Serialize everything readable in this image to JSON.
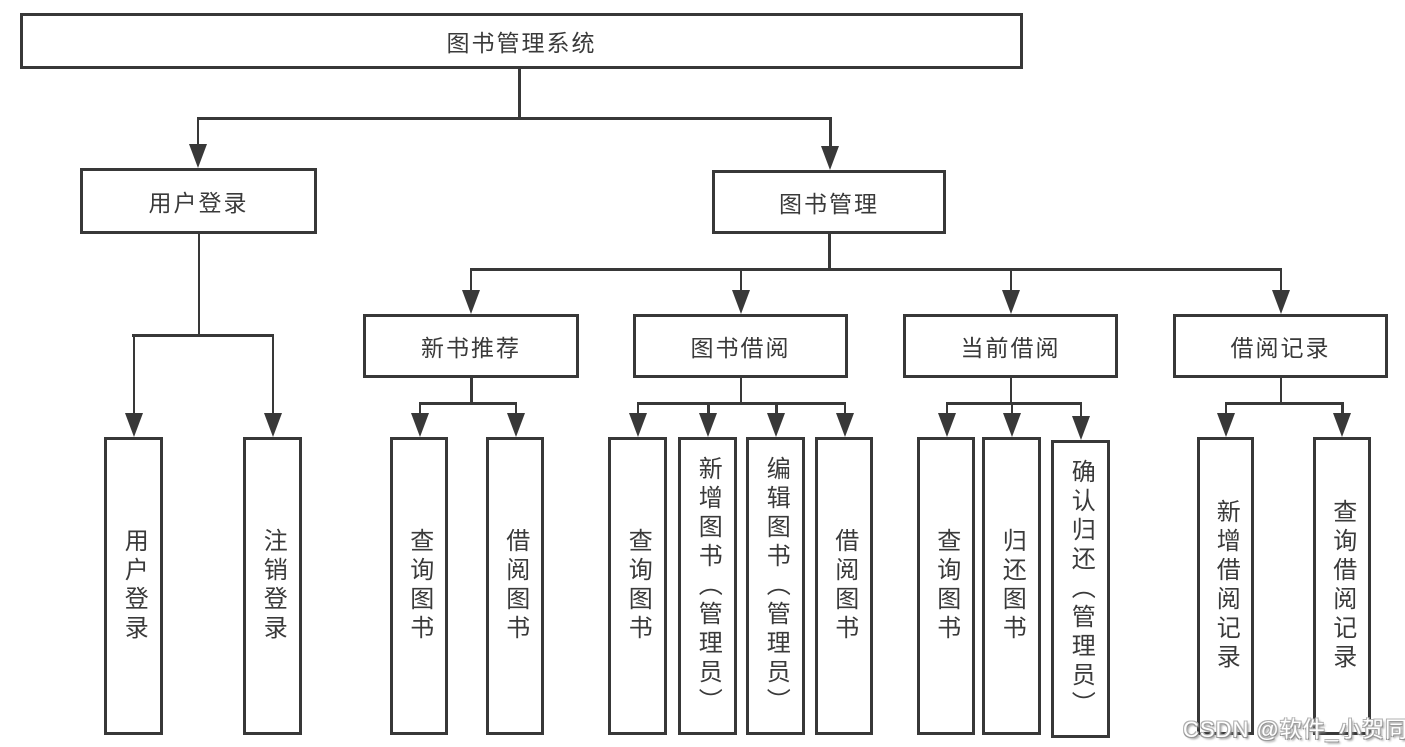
{
  "diagram": {
    "type": "hierarchy-tree",
    "colors": {
      "line": "#383838",
      "text": "#3a3a3a",
      "background": "#ffffff"
    },
    "nodes": {
      "root": {
        "label": "图书管理系统"
      },
      "user_login": {
        "label": "用户登录"
      },
      "book_mgmt": {
        "label": "图书管理"
      },
      "new_book_rec": {
        "label": "新书推荐"
      },
      "book_borrow": {
        "label": "图书借阅"
      },
      "current_borrow": {
        "label": "当前借阅"
      },
      "borrow_records": {
        "label": "借阅记录"
      },
      "leaf_user_login": {
        "label": "用户登录"
      },
      "leaf_logout": {
        "label": "注销登录"
      },
      "rec_query_books": {
        "label": "查询图书"
      },
      "rec_borrow_books": {
        "label": "借阅图书"
      },
      "bb_query_books": {
        "label": "查询图书"
      },
      "bb_add_books": {
        "label": "新增图书（管理员）"
      },
      "bb_edit_books": {
        "label": "编辑图书（管理员）"
      },
      "bb_borrow_books": {
        "label": "借阅图书"
      },
      "cb_query_books": {
        "label": "查询图书"
      },
      "cb_return_books": {
        "label": "归还图书"
      },
      "cb_confirm_return": {
        "label": "确认归还（管理员）"
      },
      "br_add_record": {
        "label": "新增借阅记录"
      },
      "br_query_record": {
        "label": "查询借阅记录"
      }
    },
    "edges": [
      [
        "root",
        "user_login"
      ],
      [
        "root",
        "book_mgmt"
      ],
      [
        "user_login",
        "leaf_user_login"
      ],
      [
        "user_login",
        "leaf_logout"
      ],
      [
        "book_mgmt",
        "new_book_rec"
      ],
      [
        "book_mgmt",
        "book_borrow"
      ],
      [
        "book_mgmt",
        "current_borrow"
      ],
      [
        "book_mgmt",
        "borrow_records"
      ],
      [
        "new_book_rec",
        "rec_query_books"
      ],
      [
        "new_book_rec",
        "rec_borrow_books"
      ],
      [
        "book_borrow",
        "bb_query_books"
      ],
      [
        "book_borrow",
        "bb_add_books"
      ],
      [
        "book_borrow",
        "bb_edit_books"
      ],
      [
        "book_borrow",
        "bb_borrow_books"
      ],
      [
        "current_borrow",
        "cb_query_books"
      ],
      [
        "current_borrow",
        "cb_return_books"
      ],
      [
        "current_borrow",
        "cb_confirm_return"
      ],
      [
        "borrow_records",
        "br_add_record"
      ],
      [
        "borrow_records",
        "br_query_record"
      ]
    ],
    "watermark": {
      "text": "CSDN @软件_小贺同学"
    }
  }
}
